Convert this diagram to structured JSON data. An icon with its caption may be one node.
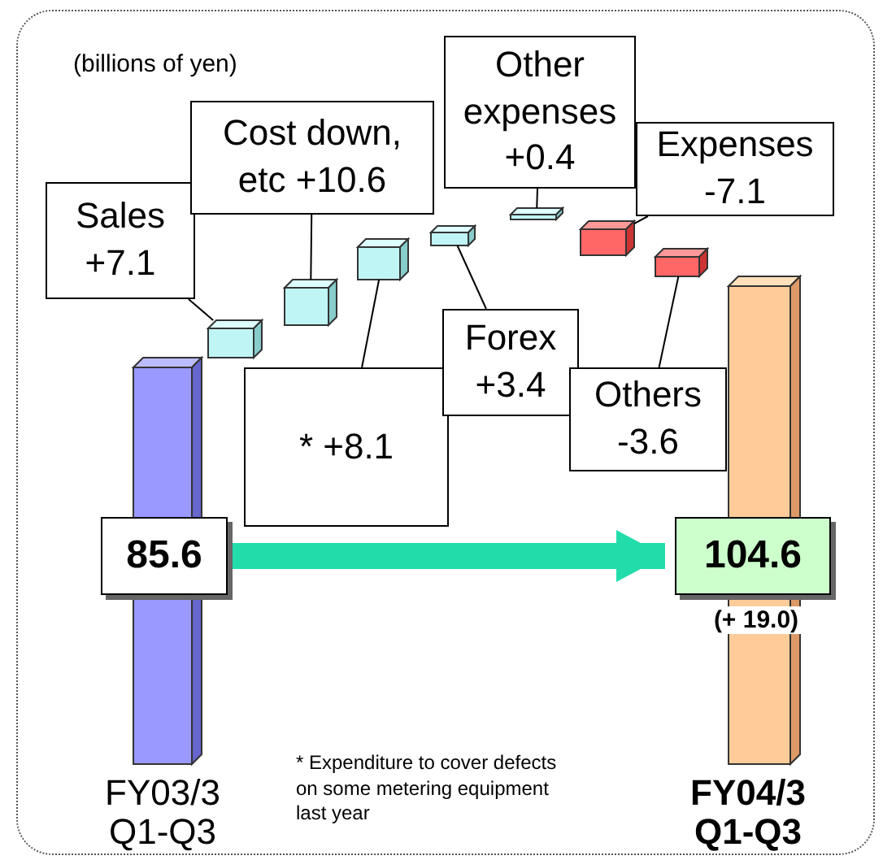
{
  "diagram": {
    "nodes": [
      {
        "text": [
          "85.6"
        ]
      },
      {
        "text": [
          "104.6"
        ],
        "beside": [
          "(+ 19.0)"
        ]
      },
      {
        "text": [
          "Sales +7.1"
        ]
      },
      {
        "text": [],
        "shape": "box"
      },
      {
        "text": [
          "Cost down, etc +10.6"
        ]
      },
      {
        "text": [],
        "shape": "box"
      },
      {
        "text": [
          "* +8.1"
        ]
      },
      {
        "text": [],
        "shape": "box"
      },
      {
        "text": [
          "Forex +3.4"
        ]
      },
      {
        "text": [],
        "shape": "box"
      },
      {
        "text": [
          "Other expenses +0.4"
        ]
      },
      {
        "text": [],
        "shape": "box"
      },
      {
        "text": [
          "Expenses -7.1"
        ]
      },
      {
        "text": [],
        "shape": "box"
      },
      {
        "text": [
          "Others -3.6"
        ]
      },
      {
        "text": [],
        "shape": "box"
      }
    ],
    "edges": [
      {
        "from": 0,
        "to": 1,
        "arrow": "to",
        "style": "thick",
        "color": "#22ddaa"
      },
      {
        "from": 2,
        "to": 3,
        "arrow": "none"
      },
      {
        "from": 4,
        "to": 5,
        "arrow": "none"
      },
      {
        "from": 6,
        "to": 7,
        "arrow": "none"
      },
      {
        "from": 8,
        "to": 9,
        "arrow": "none"
      },
      {
        "from": 10,
        "to": 11,
        "arrow": "none"
      },
      {
        "from": 12,
        "to": 13,
        "arrow": "none"
      },
      {
        "from": 14,
        "to": 15,
        "arrow": "none"
      }
    ],
    "labels": [
      "(billions of yen)",
      "FY03/3 Q1-Q3",
      "* Expenditure to cover defects on some metering equipment last year",
      "FY04/3 Q1-Q3"
    ]
  }
}
